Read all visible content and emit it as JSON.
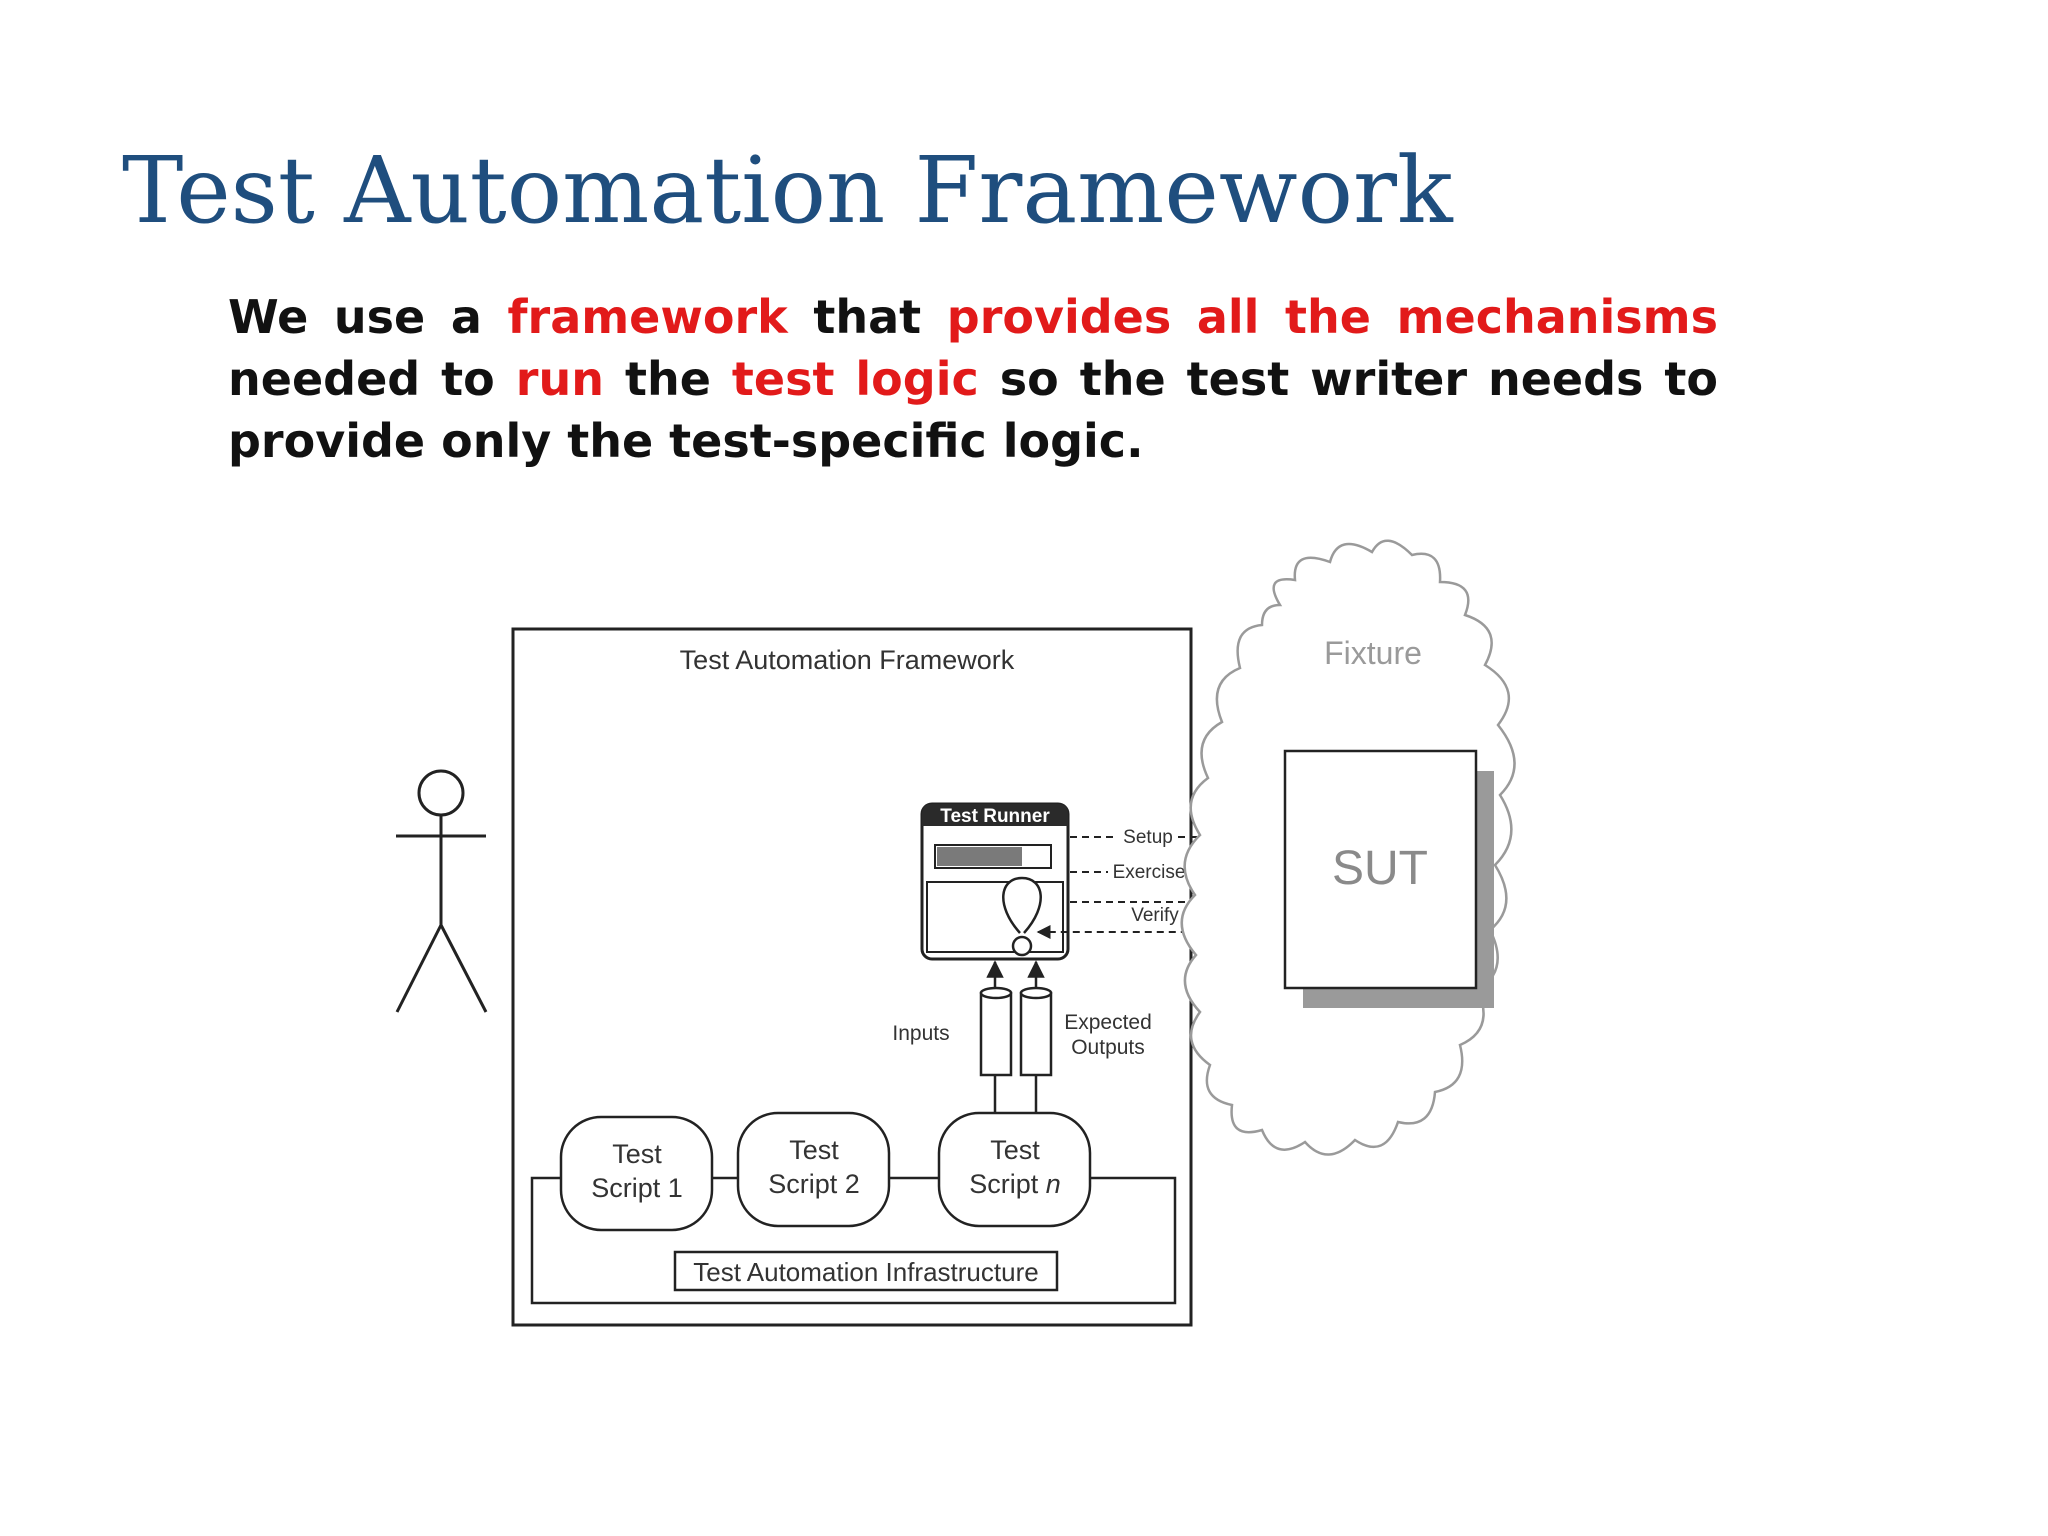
{
  "slide": {
    "title": "Test Automation Framework",
    "body_segments": [
      {
        "text": "We use a ",
        "highlight": false
      },
      {
        "text": "framework",
        "highlight": true
      },
      {
        "text": " that ",
        "highlight": false
      },
      {
        "text": "provides all the mechanisms",
        "highlight": true
      },
      {
        "text": " needed to ",
        "highlight": false
      },
      {
        "text": "run",
        "highlight": true
      },
      {
        "text": " the ",
        "highlight": false
      },
      {
        "text": "test logic",
        "highlight": true
      },
      {
        "text": " so the test writer needs to provide only the test-specific logic.",
        "highlight": false
      }
    ],
    "colors": {
      "title": "#1f4e7e",
      "highlight": "#e21a1a",
      "text": "#111111"
    }
  },
  "diagram": {
    "framework_label": "Test Automation Framework",
    "test_runner_label": "Test Runner",
    "arrows": {
      "setup": "Setup",
      "exercise": "Exercise",
      "verify": "Verify"
    },
    "inputs_label": "Inputs",
    "expected_outputs_label": [
      "Expected",
      "Outputs"
    ],
    "scripts": [
      {
        "line1": "Test",
        "line2": "Script 1"
      },
      {
        "line1": "Test",
        "line2": "Script 2"
      },
      {
        "line1": "Test",
        "line2": "Script ",
        "line2_italic": "n"
      }
    ],
    "infrastructure_label": "Test Automation Infrastructure",
    "fixture_label": "Fixture",
    "sut_label": "SUT"
  }
}
